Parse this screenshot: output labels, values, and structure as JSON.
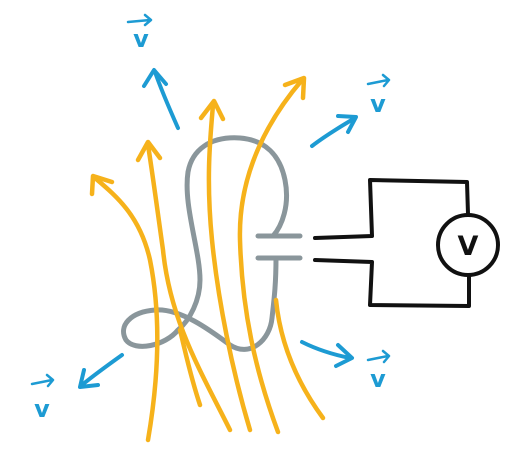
{
  "diagram": {
    "colors": {
      "field_lines": "#f6b21b",
      "loop_wire": "#8a969b",
      "velocity": "#1d9bd3",
      "circuit": "#111111",
      "background": "#ffffff"
    },
    "voltmeter": {
      "symbol": "V",
      "icon": "voltmeter-icon"
    },
    "velocity_labels": [
      "v",
      "v",
      "v",
      "v"
    ],
    "field_line_count": 6,
    "velocity_arrow_count": 4
  }
}
